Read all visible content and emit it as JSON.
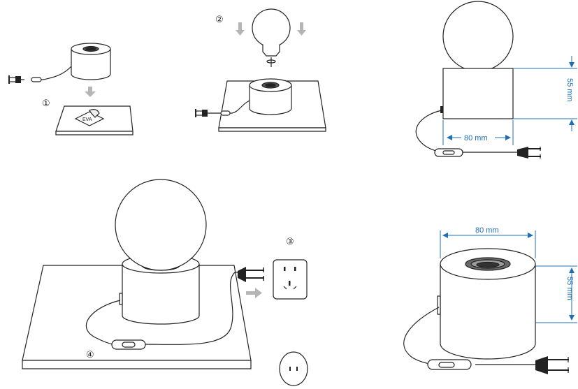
{
  "steps": {
    "step1": "①",
    "step2": "②",
    "step3": "③",
    "step4": "④"
  },
  "eva_label": "EVA",
  "dimensions": {
    "side_width": "80 mm",
    "side_height": "55 mm",
    "base_width": "80 mm",
    "base_height": "55 mm"
  },
  "colors": {
    "line": "#222222",
    "arrow_gray": "#b5b5b5",
    "dimension_blue": "#1f6fb5"
  }
}
